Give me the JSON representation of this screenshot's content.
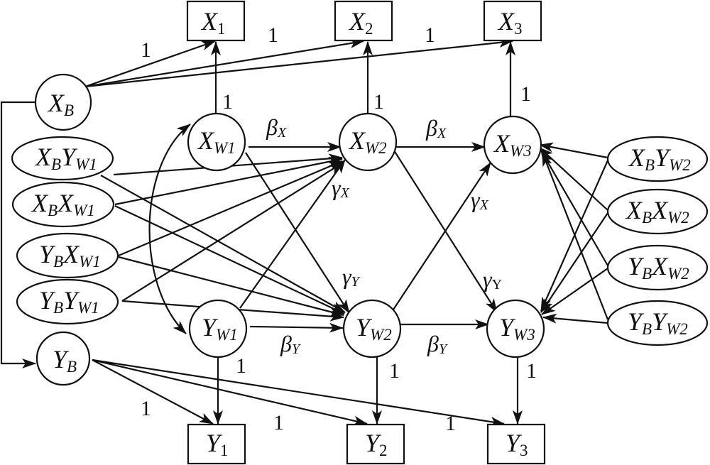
{
  "diagram": {
    "type": "path-model",
    "colors": {
      "stroke": "#111111",
      "background": "#ffffff"
    },
    "nodes": [
      {
        "id": "X1",
        "shape": "box",
        "base": "X",
        "sub": "1",
        "sub2": ""
      },
      {
        "id": "X2",
        "shape": "box",
        "base": "X",
        "sub": "2",
        "sub2": ""
      },
      {
        "id": "X3",
        "shape": "box",
        "base": "X",
        "sub": "3",
        "sub2": ""
      },
      {
        "id": "Y1",
        "shape": "box",
        "base": "Y",
        "sub": "1",
        "sub2": ""
      },
      {
        "id": "Y2",
        "shape": "box",
        "base": "Y",
        "sub": "2",
        "sub2": ""
      },
      {
        "id": "Y3",
        "shape": "box",
        "base": "Y",
        "sub": "3",
        "sub2": ""
      },
      {
        "id": "XB",
        "shape": "circle",
        "base": "X",
        "sub": "B",
        "sub2": ""
      },
      {
        "id": "YB",
        "shape": "circle",
        "base": "Y",
        "sub": "B",
        "sub2": ""
      },
      {
        "id": "XW1",
        "shape": "circle",
        "base": "X",
        "sub": "W1",
        "sub2": ""
      },
      {
        "id": "XW2",
        "shape": "circle",
        "base": "X",
        "sub": "W2",
        "sub2": ""
      },
      {
        "id": "XW3",
        "shape": "circle",
        "base": "X",
        "sub": "W3",
        "sub2": ""
      },
      {
        "id": "YW1",
        "shape": "circle",
        "base": "Y",
        "sub": "W1",
        "sub2": ""
      },
      {
        "id": "YW2",
        "shape": "circle",
        "base": "Y",
        "sub": "W2",
        "sub2": ""
      },
      {
        "id": "YW3",
        "shape": "circle",
        "base": "Y",
        "sub": "W3",
        "sub2": ""
      },
      {
        "id": "XBYW1",
        "shape": "ellipse",
        "base": "X",
        "sub": "B",
        "base2": "Y",
        "sub2": "W1"
      },
      {
        "id": "XBXW1",
        "shape": "ellipse",
        "base": "X",
        "sub": "B",
        "base2": "X",
        "sub2": "W1"
      },
      {
        "id": "YBXW1",
        "shape": "ellipse",
        "base": "Y",
        "sub": "B",
        "base2": "X",
        "sub2": "W1"
      },
      {
        "id": "YBYW1",
        "shape": "ellipse",
        "base": "Y",
        "sub": "B",
        "base2": "Y",
        "sub2": "W1"
      },
      {
        "id": "XBYW2",
        "shape": "ellipse",
        "base": "X",
        "sub": "B",
        "base2": "Y",
        "sub2": "W2"
      },
      {
        "id": "XBXW2",
        "shape": "ellipse",
        "base": "X",
        "sub": "B",
        "base2": "X",
        "sub2": "W2"
      },
      {
        "id": "YBXW2",
        "shape": "ellipse",
        "base": "Y",
        "sub": "B",
        "base2": "X",
        "sub2": "W2"
      },
      {
        "id": "YBYW2",
        "shape": "ellipse",
        "base": "Y",
        "sub": "B",
        "base2": "Y",
        "sub2": "W2"
      }
    ],
    "edges": [
      {
        "from": "XB",
        "to": "X1",
        "label": "1"
      },
      {
        "from": "XB",
        "to": "X2",
        "label": "1"
      },
      {
        "from": "XB",
        "to": "X3",
        "label": "1"
      },
      {
        "from": "XW1",
        "to": "X1",
        "label": "1"
      },
      {
        "from": "XW2",
        "to": "X2",
        "label": "1"
      },
      {
        "from": "XW3",
        "to": "X3",
        "label": "1"
      },
      {
        "from": "YB",
        "to": "Y1",
        "label": "1"
      },
      {
        "from": "YB",
        "to": "Y2",
        "label": "1"
      },
      {
        "from": "YB",
        "to": "Y3",
        "label": "1"
      },
      {
        "from": "YW1",
        "to": "Y1",
        "label": "1"
      },
      {
        "from": "YW2",
        "to": "Y2",
        "label": "1"
      },
      {
        "from": "YW3",
        "to": "Y3",
        "label": "1"
      },
      {
        "from": "XW1",
        "to": "XW2",
        "label": "βX"
      },
      {
        "from": "XW2",
        "to": "XW3",
        "label": "βX"
      },
      {
        "from": "YW1",
        "to": "YW2",
        "label": "βY"
      },
      {
        "from": "YW2",
        "to": "YW3",
        "label": "βY"
      },
      {
        "from": "YW1",
        "to": "XW2",
        "label": "γX"
      },
      {
        "from": "YW2",
        "to": "XW3",
        "label": "γX"
      },
      {
        "from": "XW1",
        "to": "YW2",
        "label": "γY"
      },
      {
        "from": "XW2",
        "to": "YW3",
        "label": "γY"
      },
      {
        "from": "XB",
        "to": "YB",
        "label": ""
      },
      {
        "from": "XW1",
        "to": "YW1",
        "label": "",
        "bidirectional": true
      },
      {
        "from": "XBYW1",
        "to": "XW2",
        "label": ""
      },
      {
        "from": "XBXW1",
        "to": "XW2",
        "label": ""
      },
      {
        "from": "YBXW1",
        "to": "XW2",
        "label": ""
      },
      {
        "from": "YBYW1",
        "to": "XW2",
        "label": ""
      },
      {
        "from": "XBYW1",
        "to": "YW2",
        "label": ""
      },
      {
        "from": "XBXW1",
        "to": "YW2",
        "label": ""
      },
      {
        "from": "YBXW1",
        "to": "YW2",
        "label": ""
      },
      {
        "from": "YBYW1",
        "to": "YW2",
        "label": ""
      },
      {
        "from": "XBYW2",
        "to": "XW3",
        "label": ""
      },
      {
        "from": "XBXW2",
        "to": "XW3",
        "label": ""
      },
      {
        "from": "YBXW2",
        "to": "XW3",
        "label": ""
      },
      {
        "from": "YBYW2",
        "to": "XW3",
        "label": ""
      },
      {
        "from": "XBYW2",
        "to": "YW3",
        "label": ""
      },
      {
        "from": "XBXW2",
        "to": "YW3",
        "label": ""
      },
      {
        "from": "YBXW2",
        "to": "YW3",
        "label": ""
      },
      {
        "from": "YBYW2",
        "to": "YW3",
        "label": ""
      }
    ],
    "edge_labels": {
      "one": "1",
      "beta": "β",
      "gamma": "γ",
      "X": "X",
      "Y": "Y",
      "Y_upright": "Y"
    }
  }
}
